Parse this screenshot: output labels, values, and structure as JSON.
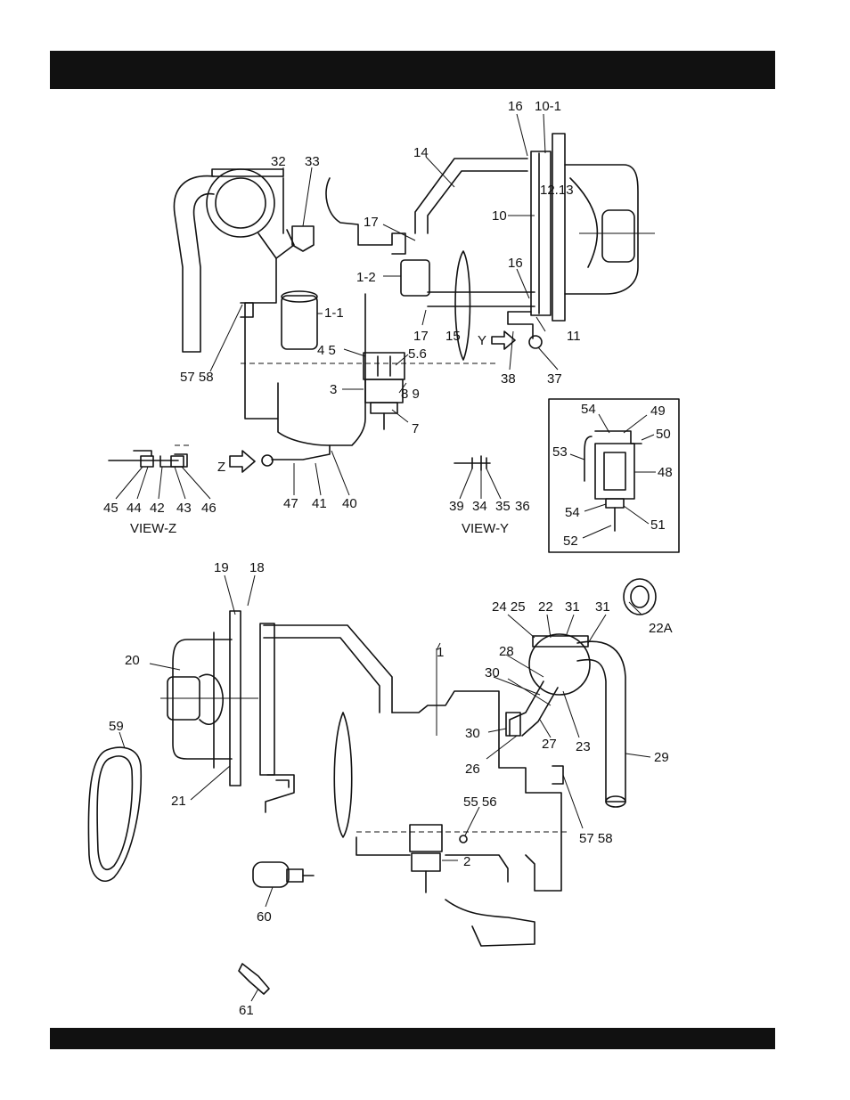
{
  "callouts_top": [
    {
      "id": "c-32",
      "text": "32"
    },
    {
      "id": "c-33",
      "text": "33"
    },
    {
      "id": "c-14",
      "text": "14"
    },
    {
      "id": "c-16a",
      "text": "16"
    },
    {
      "id": "c-10-1",
      "text": "10-1"
    },
    {
      "id": "c-12-13",
      "text": "12.13"
    },
    {
      "id": "c-10",
      "text": "10"
    },
    {
      "id": "c-17a",
      "text": "17"
    },
    {
      "id": "c-1-2",
      "text": "1-2"
    },
    {
      "id": "c-16b",
      "text": "16"
    },
    {
      "id": "c-17b",
      "text": "17"
    },
    {
      "id": "c-15",
      "text": "15"
    },
    {
      "id": "c-11",
      "text": "11"
    },
    {
      "id": "c-1-1",
      "text": "1-1"
    },
    {
      "id": "c-y",
      "text": "Y"
    },
    {
      "id": "c-38",
      "text": "38"
    },
    {
      "id": "c-37",
      "text": "37"
    },
    {
      "id": "c-57-58a",
      "text": "57 58"
    },
    {
      "id": "c-4-5",
      "text": "4 5"
    },
    {
      "id": "c-5-6",
      "text": "5.6"
    },
    {
      "id": "c-3",
      "text": "3"
    },
    {
      "id": "c-8-9",
      "text": "8 9"
    },
    {
      "id": "c-7",
      "text": "7"
    }
  ],
  "view_z": {
    "caption": "VIEW-Z",
    "arrow_label": "Z",
    "labels": [
      {
        "id": "z-45",
        "text": "45"
      },
      {
        "id": "z-44",
        "text": "44"
      },
      {
        "id": "z-42",
        "text": "42"
      },
      {
        "id": "z-43",
        "text": "43"
      },
      {
        "id": "z-46",
        "text": "46"
      },
      {
        "id": "z-47",
        "text": "47"
      },
      {
        "id": "z-41",
        "text": "41"
      },
      {
        "id": "z-40",
        "text": "40"
      }
    ]
  },
  "view_y": {
    "caption": "VIEW-Y",
    "labels": [
      {
        "id": "y-39",
        "text": "39"
      },
      {
        "id": "y-34",
        "text": "34"
      },
      {
        "id": "y-35",
        "text": "35"
      },
      {
        "id": "y-36",
        "text": "36"
      }
    ]
  },
  "inset": {
    "labels": [
      {
        "id": "i-54a",
        "text": "54"
      },
      {
        "id": "i-49",
        "text": "49"
      },
      {
        "id": "i-50",
        "text": "50"
      },
      {
        "id": "i-53",
        "text": "53"
      },
      {
        "id": "i-48",
        "text": "48"
      },
      {
        "id": "i-54b",
        "text": "54"
      },
      {
        "id": "i-51",
        "text": "51"
      },
      {
        "id": "i-52",
        "text": "52"
      }
    ]
  },
  "callouts_bottom": [
    {
      "id": "b-19",
      "text": "19"
    },
    {
      "id": "b-18",
      "text": "18"
    },
    {
      "id": "b-20",
      "text": "20"
    },
    {
      "id": "b-59",
      "text": "59"
    },
    {
      "id": "b-21",
      "text": "21"
    },
    {
      "id": "b-1",
      "text": "1"
    },
    {
      "id": "b-24-25",
      "text": "24 25"
    },
    {
      "id": "b-22",
      "text": "22"
    },
    {
      "id": "b-31a",
      "text": "31"
    },
    {
      "id": "b-31b",
      "text": "31"
    },
    {
      "id": "b-22a",
      "text": "22A"
    },
    {
      "id": "b-28",
      "text": "28"
    },
    {
      "id": "b-30a",
      "text": "30"
    },
    {
      "id": "b-30b",
      "text": "30"
    },
    {
      "id": "b-27",
      "text": "27"
    },
    {
      "id": "b-23",
      "text": "23"
    },
    {
      "id": "b-29",
      "text": "29"
    },
    {
      "id": "b-26",
      "text": "26"
    },
    {
      "id": "b-57-58",
      "text": "57 58"
    },
    {
      "id": "b-55-56",
      "text": "55 56"
    },
    {
      "id": "b-2",
      "text": "2"
    },
    {
      "id": "b-60",
      "text": "60"
    },
    {
      "id": "b-61",
      "text": "61"
    }
  ]
}
